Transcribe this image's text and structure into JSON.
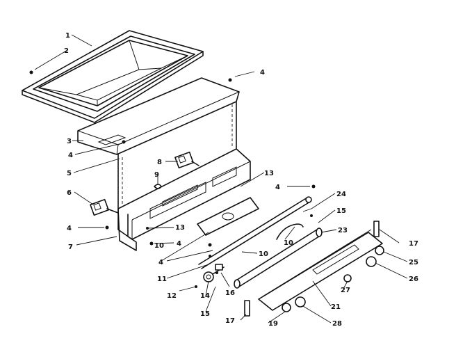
{
  "diagram": {
    "callouts": [
      {
        "id": "c1",
        "text": "1"
      },
      {
        "id": "c2",
        "text": "2"
      },
      {
        "id": "c3",
        "text": "3"
      },
      {
        "id": "c4a",
        "text": "4"
      },
      {
        "id": "c4b",
        "text": "4"
      },
      {
        "id": "c4c",
        "text": "4"
      },
      {
        "id": "c4d",
        "text": "4"
      },
      {
        "id": "c4e",
        "text": "4"
      },
      {
        "id": "c4f",
        "text": "4"
      },
      {
        "id": "c5",
        "text": "5"
      },
      {
        "id": "c6",
        "text": "6"
      },
      {
        "id": "c7",
        "text": "7"
      },
      {
        "id": "c8",
        "text": "8"
      },
      {
        "id": "c9",
        "text": "9"
      },
      {
        "id": "c10a",
        "text": "10"
      },
      {
        "id": "c10b",
        "text": "10"
      },
      {
        "id": "c10c",
        "text": "10"
      },
      {
        "id": "c11",
        "text": "11"
      },
      {
        "id": "c12",
        "text": "12"
      },
      {
        "id": "c13a",
        "text": "13"
      },
      {
        "id": "c13b",
        "text": "13"
      },
      {
        "id": "c14",
        "text": "14"
      },
      {
        "id": "c15a",
        "text": "15"
      },
      {
        "id": "c15b",
        "text": "15"
      },
      {
        "id": "c16",
        "text": "16"
      },
      {
        "id": "c17a",
        "text": "17"
      },
      {
        "id": "c17b",
        "text": "17"
      },
      {
        "id": "c19",
        "text": "19"
      },
      {
        "id": "c21",
        "text": "21"
      },
      {
        "id": "c23",
        "text": "23"
      },
      {
        "id": "c24",
        "text": "24"
      },
      {
        "id": "c25",
        "text": "25"
      },
      {
        "id": "c26",
        "text": "26"
      },
      {
        "id": "c27",
        "text": "27"
      },
      {
        "id": "c28",
        "text": "28"
      }
    ]
  }
}
